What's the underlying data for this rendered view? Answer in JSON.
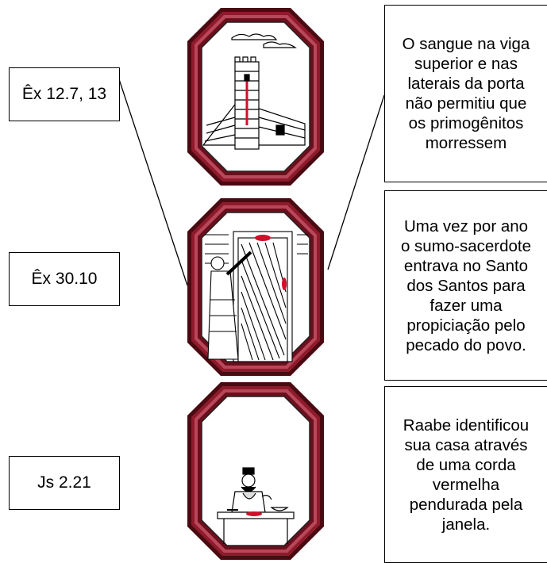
{
  "references": [
    {
      "text": "Êx 12.7, 13"
    },
    {
      "text": "Êx 30.10"
    },
    {
      "text": "Js 2.21"
    }
  ],
  "descriptions": [
    {
      "lines": [
        "O sangue na viga",
        "superior e nas",
        "laterais da porta",
        "não permitiu que",
        "os primogênitos",
        "morressem"
      ]
    },
    {
      "lines": [
        "Uma vez por ano",
        "o sumo-sacerdote",
        "entrava no Santo",
        "dos Santos para",
        "fazer uma",
        "propiciação pelo",
        "pecado do povo."
      ]
    },
    {
      "lines": [
        "Raabe identificou",
        "sua casa através",
        "de uma corda",
        "vermelha",
        "pendurada pela",
        "janela."
      ]
    }
  ],
  "frames": [
    {
      "icon": "castle-wall-scene"
    },
    {
      "icon": "priest-at-door-scene"
    },
    {
      "icon": "butcher-table-scene"
    }
  ],
  "colors": {
    "frame": "#7a1320",
    "frame_dark": "#4a0a12",
    "frame_light": "#b8475a",
    "blood": "#d0102a"
  }
}
